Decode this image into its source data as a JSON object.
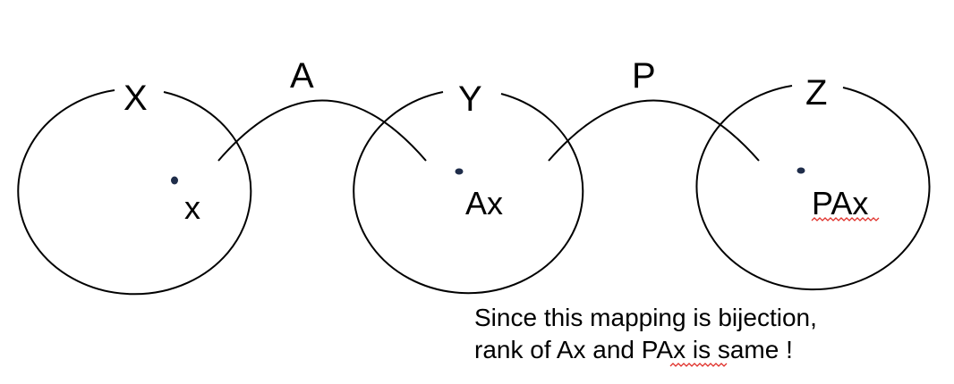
{
  "sets": [
    {
      "name": "X",
      "point": "x"
    },
    {
      "name": "Y",
      "point": "Ax"
    },
    {
      "name": "Z",
      "point": "PAx"
    }
  ],
  "mappings": [
    {
      "name": "A"
    },
    {
      "name": "P"
    }
  ],
  "note": {
    "line1": "Since this mapping is bijection,",
    "line2_prefix": "rank of Ax and ",
    "line2_pax": "PAx",
    "line2_suffix": " is same !"
  },
  "colors": {
    "stroke": "#000000",
    "point_fill": "#1f2d4a",
    "spellcheck_underline": "#e0302a"
  }
}
